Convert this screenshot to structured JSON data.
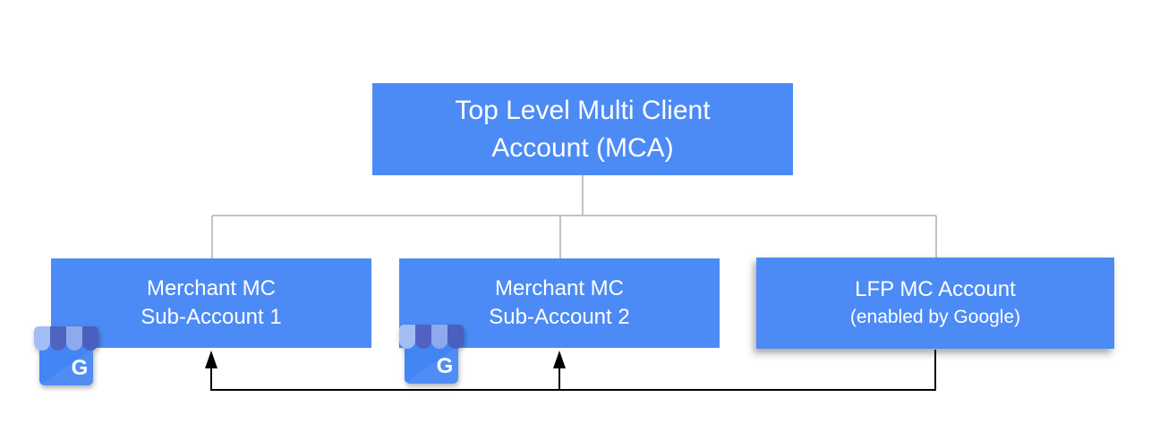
{
  "diagram": {
    "root": {
      "label_line1": "Top Level Multi Client",
      "label_line2": "Account (MCA)"
    },
    "children": [
      {
        "label_line1": "Merchant MC",
        "label_line2": "Sub-Account 1"
      },
      {
        "label_line1": "Merchant MC",
        "label_line2": "Sub-Account 2"
      },
      {
        "label_line1": "LFP MC Account",
        "label_line2": "(enabled by Google)"
      }
    ],
    "icons": [
      {
        "name": "google-my-business-icon",
        "letter": "G"
      },
      {
        "name": "google-my-business-icon",
        "letter": "G"
      }
    ]
  },
  "colors": {
    "node_fill": "#4C8BF5",
    "node_text": "#FFFFFF",
    "tree_line": "#C3C3C3",
    "arrow_line": "#000000",
    "gmb_body": "#4285F4",
    "gmb_stripe_light1": "#A3BDF5",
    "gmb_stripe_dark1": "#5163C1",
    "gmb_stripe_light2": "#8EA9EC",
    "gmb_stripe_dark2": "#4A5FBF",
    "gmb_letter": "#FFFFFF"
  }
}
